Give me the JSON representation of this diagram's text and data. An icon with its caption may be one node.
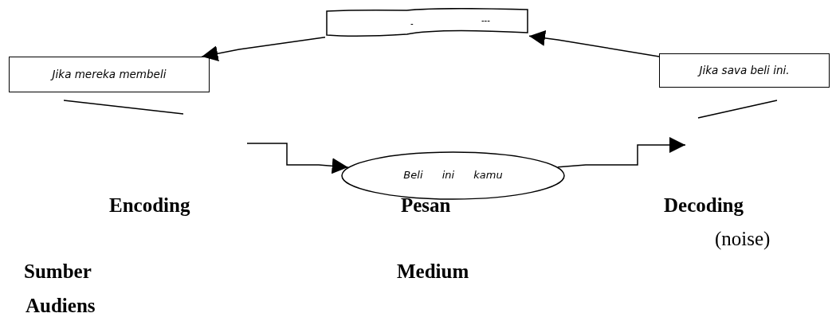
{
  "diagram": {
    "nodes": [
      {
        "text": [
          "-",
          "---"
        ]
      },
      {
        "text": [
          "Jika mereka membeli"
        ]
      },
      {
        "text": [
          "Jika sava beli ini."
        ]
      },
      {
        "text": [
          "Beli ini kamu"
        ]
      }
    ],
    "edges": [
      {
        "from": 0,
        "to": 1,
        "arrow": "to"
      },
      {
        "from": 2,
        "to": 0,
        "arrow": "to"
      },
      {
        "from": null,
        "to": 3,
        "arrow": "to"
      },
      {
        "from": 3,
        "to": null,
        "arrow": "to"
      }
    ],
    "labels": [
      "Encoding",
      "Pesan",
      "Decoding",
      "(noise)",
      "Sumber",
      "Medium",
      "Audiens"
    ]
  }
}
